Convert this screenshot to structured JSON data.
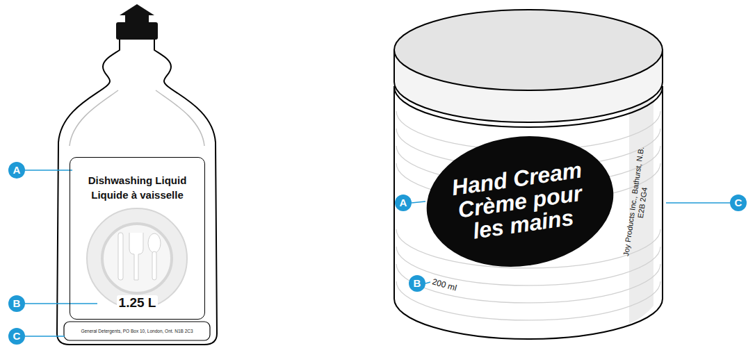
{
  "diagram": {
    "nodes": [
      {
        "text": [
          "Dishwashing Liquid Liquide à vaisselle",
          "1.25 L"
        ]
      },
      {
        "text": [
          "Hand Cream Crème pour les mains"
        ]
      }
    ],
    "labels": [
      "A",
      "B",
      "C",
      "General Detergents, PO Box 10, London, Ont. N1B 2C3",
      "A",
      "B",
      "C",
      "200 ml",
      "Joy Products Inc., Bathurst, N.B. E2B 2G4"
    ]
  }
}
